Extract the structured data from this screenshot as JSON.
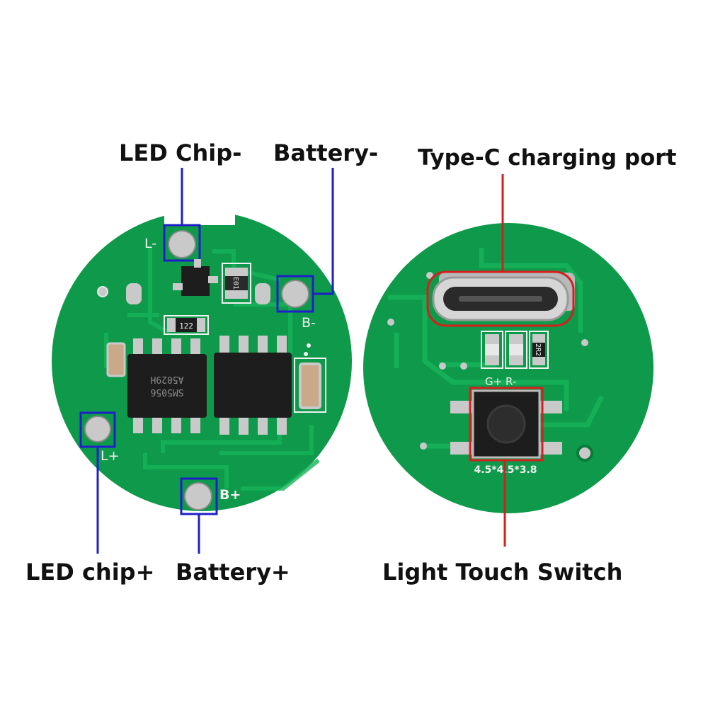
{
  "colors": {
    "pcb_green": "#0e9a4a",
    "trace_green": "#12a953",
    "pad_silver": "#c9c9c9",
    "chip_black": "#1d1d1d",
    "silkscreen": "#f2f2f2",
    "left_callout": "#1f1fc8",
    "right_callout": "#d41f1f"
  },
  "left_board": {
    "callouts": {
      "led_chip_minus": "LED Chip-",
      "battery_minus": "Battery-",
      "led_chip_plus": "LED chip+",
      "battery_plus": "Battery+"
    },
    "silkscreen": {
      "l_minus": "L-",
      "b_minus": "B-",
      "l_plus": "L+",
      "b_plus": "B+",
      "resistor_a": "122",
      "resistor_b": "E01",
      "ic_marking_1": "A5029H",
      "ic_marking_2": "SM5056"
    }
  },
  "right_board": {
    "callouts": {
      "typec_port": "Type-C charging port",
      "touch_switch": "Light Touch Switch"
    },
    "silkscreen": {
      "resistor": "2R2",
      "g_r": "G+ R-",
      "switch_size": "4.5*4.5*3.8"
    }
  }
}
